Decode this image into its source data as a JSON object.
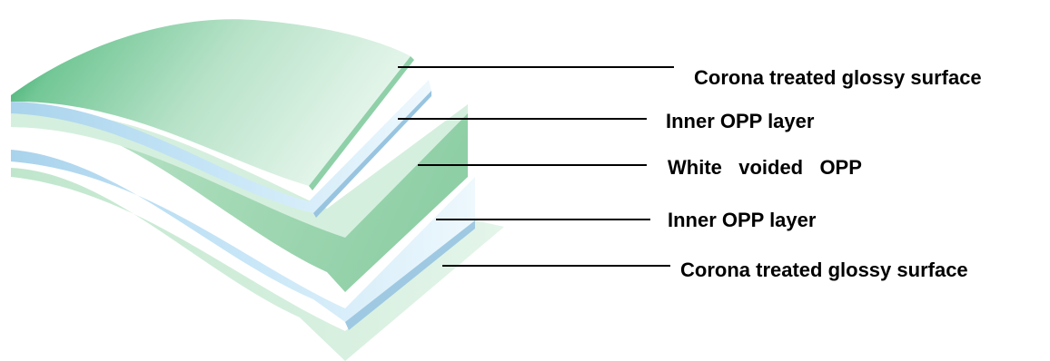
{
  "layers": [
    {
      "label": "Corona treated glossy surface",
      "color": "#b9e3c9"
    },
    {
      "label": "Inner OPP layer",
      "color": "#b4daf1"
    },
    {
      "label": "White   voided   OPP",
      "color": "#9fd6b1"
    },
    {
      "label": "Inner OPP layer",
      "color": "#b4daf1"
    },
    {
      "label": "Corona treated glossy surface",
      "color": "#c9ebd6"
    }
  ],
  "colors": {
    "green_dark": "#1fa159",
    "green_light": "#d8f1e2",
    "blue": "#b4daf1",
    "white": "#ffffff"
  }
}
